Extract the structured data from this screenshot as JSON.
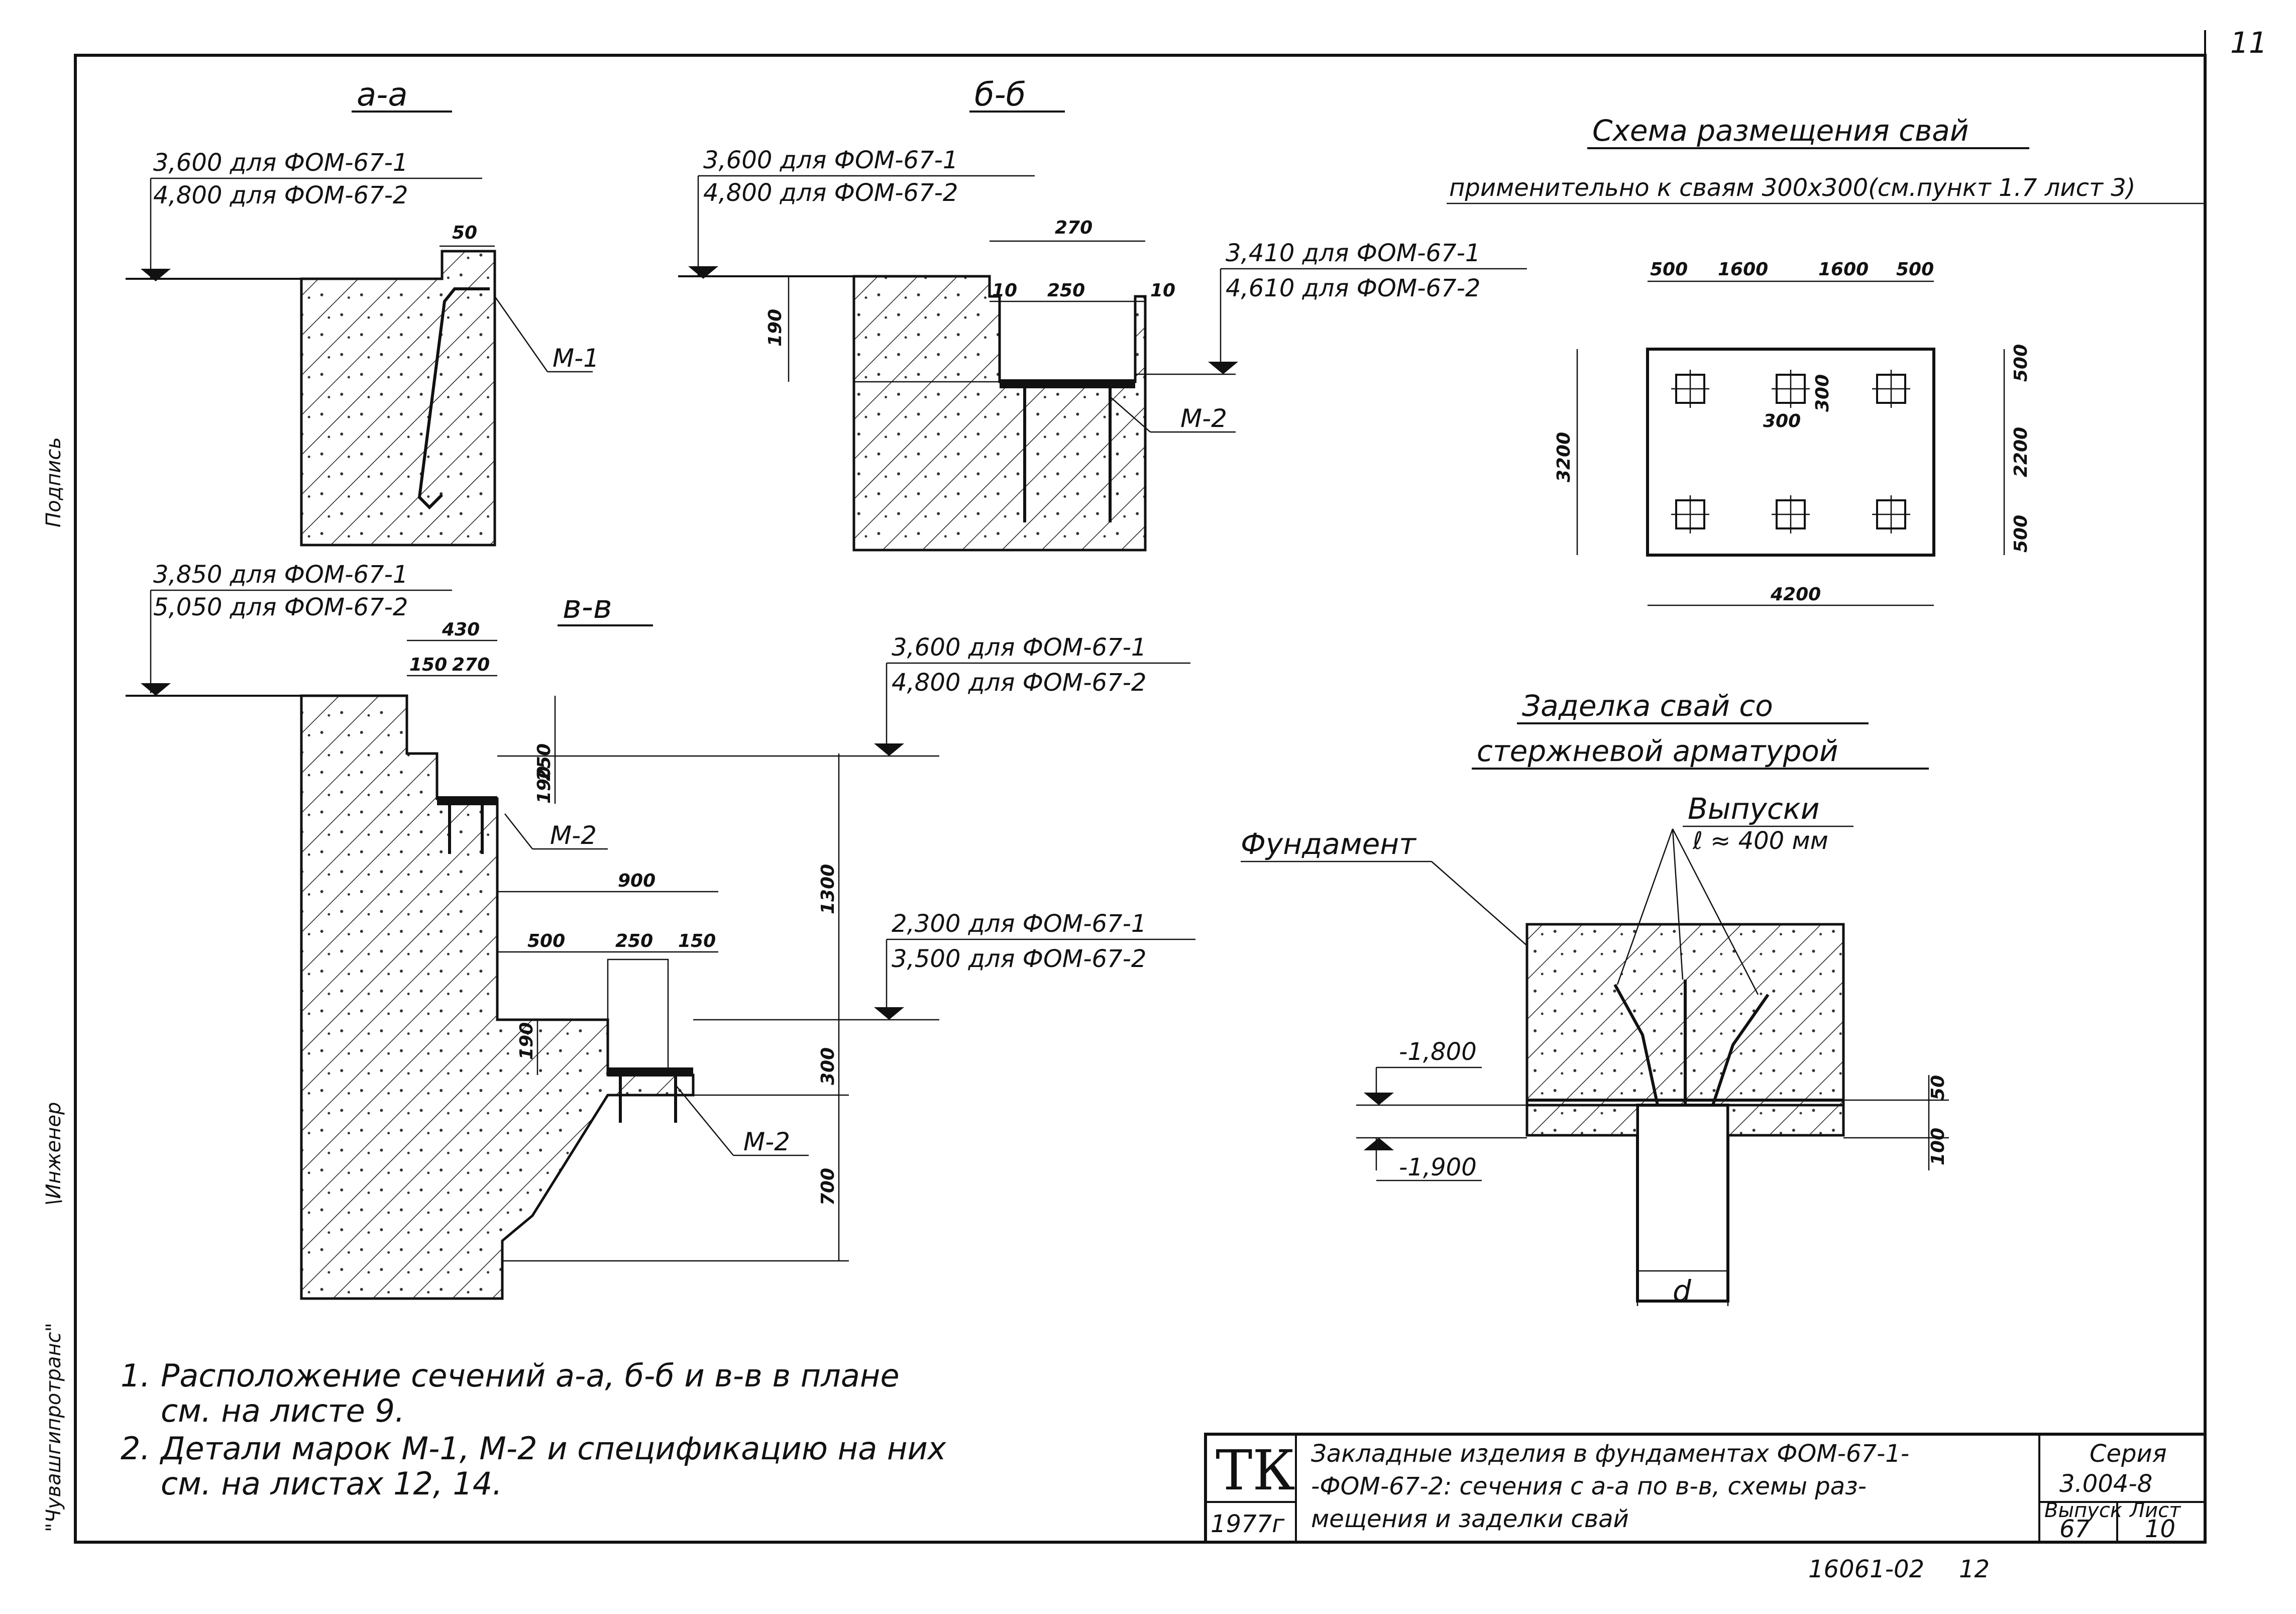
{
  "sheet": {
    "page_number": "11",
    "doc_code": "16061-02",
    "doc_page": "12"
  },
  "left_margin": {
    "org": "\"Чувашгипротранс\"",
    "role": "\\Инженер",
    "extra": "Подпись"
  },
  "section_aa": {
    "title": "а-а",
    "elev_1": "3,600 для ФОМ-67-1",
    "elev_2": "4,800 для ФОМ-67-2",
    "dim_50": "50",
    "mark": "М-1"
  },
  "section_bb": {
    "title": "б-б",
    "elev_1": "3,600 для ФОМ-67-1",
    "elev_2": "4,800 для ФОМ-67-2",
    "elev_3": "3,410 для ФОМ-67-1",
    "elev_4": "4,610 для ФОМ-67-2",
    "dims": {
      "d270": "270",
      "d10a": "10",
      "d250": "250",
      "d10b": "10",
      "d190": "190"
    },
    "mark": "М-2"
  },
  "section_vv": {
    "title": "в-в",
    "elev_top_1": "3,850 для ФОМ-67-1",
    "elev_top_2": "5,050 для ФОМ-67-2",
    "elev_mid_1": "3,600 для ФОМ-67-1",
    "elev_mid_2": "4,800 для ФОМ-67-2",
    "elev_low_1": "2,300 для ФОМ-67-1",
    "elev_low_2": "3,500 для ФОМ-67-2",
    "dims": {
      "d430": "430",
      "d150": "150",
      "d270": "270",
      "d250": "250",
      "d190": "190",
      "d900": "900",
      "d500": "500",
      "d250b": "250",
      "d150b": "150",
      "d190b": "190",
      "d1300": "1300",
      "d300": "300",
      "d700": "700"
    },
    "mark_upper": "М-2",
    "mark_lower": "М-2"
  },
  "pile_scheme": {
    "title": "Схема размещения свай",
    "subtitle": "применительно к сваям 300х300(см.пункт 1.7 лист 3)",
    "dims_top": [
      "500",
      "1600",
      "1600",
      "500"
    ],
    "dims_right": [
      "500",
      "2200",
      "500"
    ],
    "dim_left": "3200",
    "dim_bottom": "4200",
    "pile_size_h": "300",
    "pile_size_v": "300"
  },
  "embedding": {
    "title_line1": "Заделка свай со",
    "title_line2": "стержневой арматурой",
    "label_outlets": "Выпуски",
    "label_length": "ℓ ≈ 400 мм",
    "label_foundation": "Фундамент",
    "elev_1": "-1,800",
    "elev_2": "-1,900",
    "dim_50": "50",
    "dim_100": "100",
    "dim_d": "d"
  },
  "notes": {
    "n1_num": "1.",
    "n1_line1": "Расположение сечений а-а, б-б и в-в в плане",
    "n1_line2": "см. на листе 9.",
    "n2_num": "2.",
    "n2_line1": "Детали марок М-1, М-2 и спецификацию на них",
    "n2_line2": "см. на листах 12, 14."
  },
  "stamp": {
    "logo": "ТК",
    "year": "1977г",
    "title_line1": "Закладные изделия в фундаментах ФОМ-67-1-",
    "title_line2": "-ФОМ-67-2: сечения с а-а по в-в, схемы раз-",
    "title_line3": "мещения и заделки свай",
    "series_label": "Серия",
    "series_value": "3.004-8",
    "issue_label": "Выпуск",
    "issue_value": "67",
    "sheet_label": "Лист",
    "sheet_value": "10"
  }
}
